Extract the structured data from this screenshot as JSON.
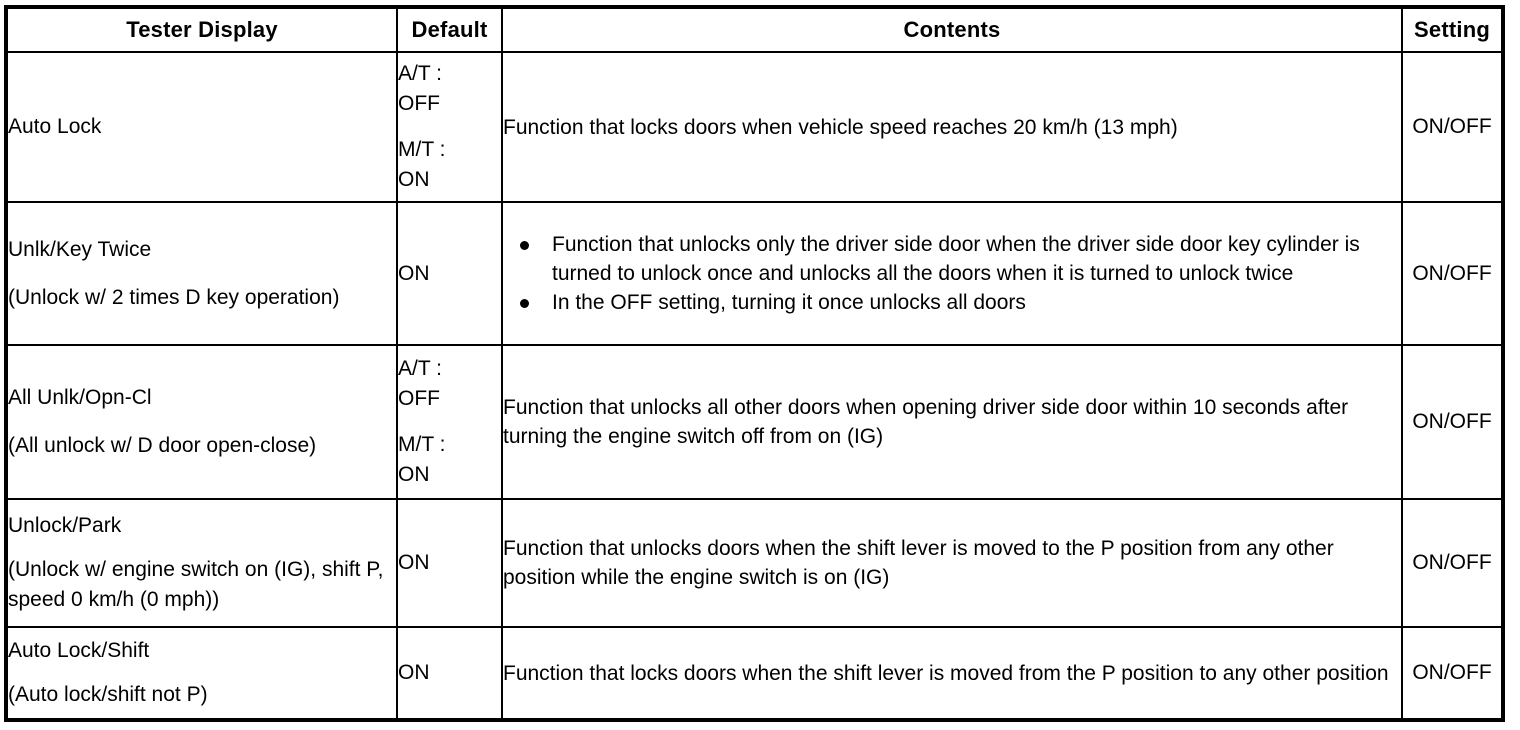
{
  "table": {
    "columns": [
      {
        "key": "tester",
        "label": "Tester Display"
      },
      {
        "key": "default",
        "label": "Default"
      },
      {
        "key": "contents",
        "label": "Contents"
      },
      {
        "key": "setting",
        "label": "Setting"
      }
    ],
    "rows": [
      {
        "tester_name": "Auto Lock",
        "tester_sub": "",
        "default_at_label": "A/T :",
        "default_at_value": "OFF",
        "default_mt_label": "M/T :",
        "default_mt_value": "ON",
        "default_single": "",
        "contents_text": "Function that locks doors when vehicle speed reaches 20 km/h (13 mph)",
        "contents_bullets": [],
        "setting": "ON/OFF"
      },
      {
        "tester_name": "Unlk/Key Twice",
        "tester_sub": "(Unlock w/ 2 times D key operation)",
        "default_at_label": "",
        "default_at_value": "",
        "default_mt_label": "",
        "default_mt_value": "",
        "default_single": "ON",
        "contents_text": "",
        "contents_bullets": [
          "Function that unlocks only the driver side door when the driver side door key cylinder is turned to unlock once and unlocks all the doors when it is turned to unlock twice",
          "In the OFF setting, turning it once unlocks all doors"
        ],
        "setting": "ON/OFF"
      },
      {
        "tester_name": "All Unlk/Opn-Cl",
        "tester_sub": "(All unlock w/ D door open-close)",
        "default_at_label": "A/T :",
        "default_at_value": "OFF",
        "default_mt_label": "M/T :",
        "default_mt_value": "ON",
        "default_single": "",
        "contents_text": "Function that unlocks all other doors when opening driver side door within 10 seconds after turning the engine switch off from on (IG)",
        "contents_bullets": [],
        "setting": "ON/OFF"
      },
      {
        "tester_name": "Unlock/Park",
        "tester_sub": "(Unlock w/ engine switch on (IG), shift P, speed 0 km/h (0 mph))",
        "default_at_label": "",
        "default_at_value": "",
        "default_mt_label": "",
        "default_mt_value": "",
        "default_single": "ON",
        "contents_text": "Function that unlocks doors when the shift lever is moved to the P position from any other position while the engine switch is on (IG)",
        "contents_bullets": [],
        "setting": "ON/OFF"
      },
      {
        "tester_name": "Auto Lock/Shift",
        "tester_sub": "(Auto lock/shift not P)",
        "default_at_label": "",
        "default_at_value": "",
        "default_mt_label": "",
        "default_mt_value": "",
        "default_single": "ON",
        "contents_text": "Function that locks doors when the shift lever is moved from the P position to any other position",
        "contents_bullets": [],
        "setting": "ON/OFF"
      }
    ]
  }
}
